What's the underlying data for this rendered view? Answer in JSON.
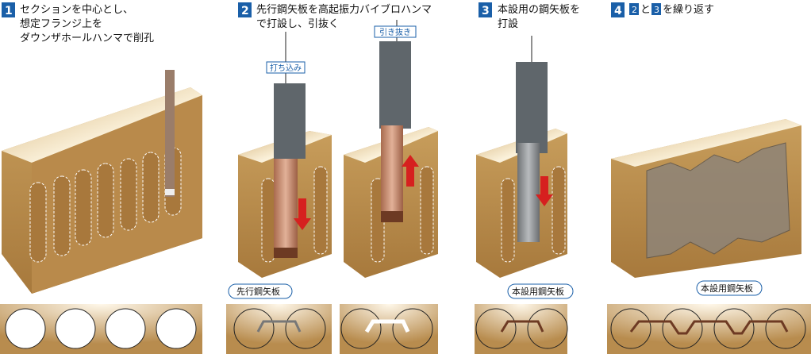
{
  "steps": [
    {
      "number": "1",
      "lines": [
        "セクションを中心とし、",
        "想定フランジ上を",
        "ダウンザホールハンマで削孔"
      ]
    },
    {
      "number": "2",
      "lines": [
        "先行鋼矢板を高起振力バイブロハンマ",
        "で打設し、引抜く"
      ]
    },
    {
      "number": "3",
      "lines": [
        "本設用の鋼矢板を",
        "打設"
      ]
    },
    {
      "number": "4",
      "ref_a": "2",
      "connector": "と",
      "ref_b": "3",
      "text": "を繰り返す"
    }
  ],
  "callouts": {
    "drive_in": "打ち込み",
    "pull_out": "引き抜き",
    "leading_sheet_pile": "先行鋼矢板",
    "permanent_sheet_pile_3": "本設用鋼矢板",
    "permanent_sheet_pile_4": "本設用鋼矢板"
  },
  "colors": {
    "step_badge": "#1a5fa8",
    "arrow": "#d6201f",
    "soil": "#c49a5a",
    "pile_copper": "#c98a6a",
    "pile_gray": "#8a8d90"
  }
}
